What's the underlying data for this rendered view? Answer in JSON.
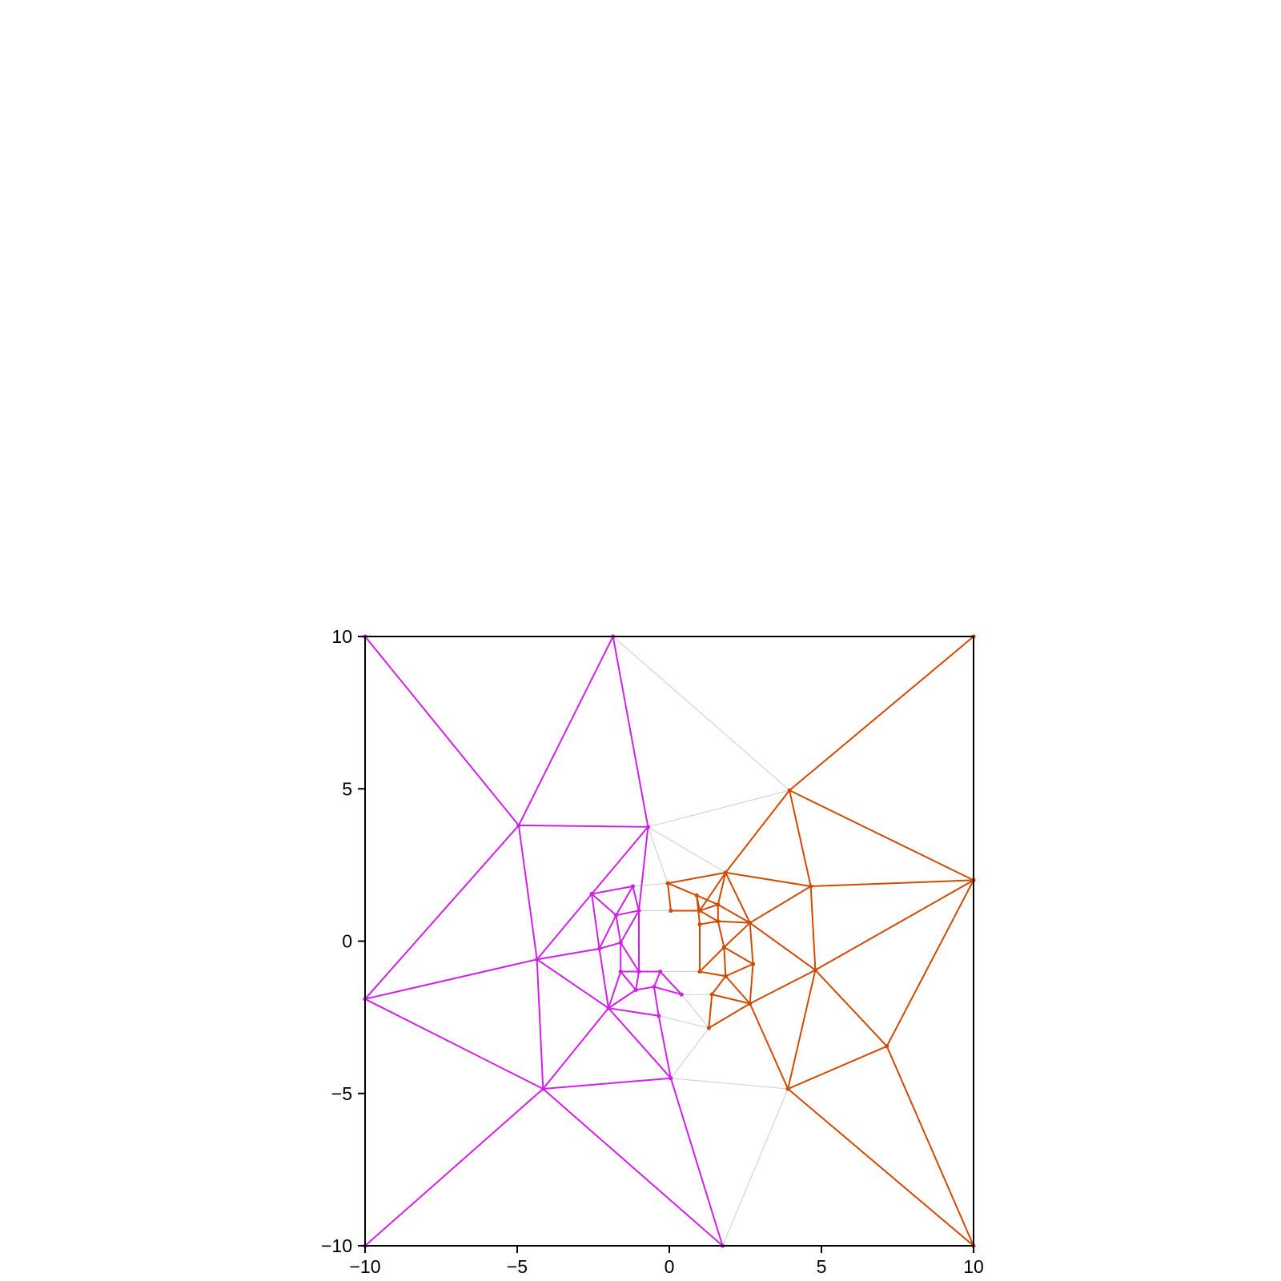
{
  "chart_data": {
    "type": "graph",
    "xlim": [
      -10,
      10
    ],
    "ylim": [
      -10,
      10
    ],
    "x_ticks": [
      -10,
      -5,
      0,
      5,
      10
    ],
    "y_ticks": [
      -10,
      -5,
      0,
      5,
      10
    ],
    "x_tick_labels": [
      "−10",
      "−5",
      "0",
      "5",
      "10"
    ],
    "y_tick_labels": [
      "−10",
      "−5",
      "0",
      "5",
      "10"
    ],
    "grid": false,
    "colors": {
      "purple": "#d020e8",
      "orange": "#d04a00",
      "gray": "#cccccc",
      "axis": "#000000"
    },
    "nodes": {
      "TL": [
        -10,
        10
      ],
      "TR": [
        10,
        10
      ],
      "BL": [
        -10,
        -10
      ],
      "BR": [
        10,
        -10
      ],
      "P1": [
        -1.85,
        10
      ],
      "P2": [
        -4.95,
        3.8
      ],
      "P3": [
        -0.7,
        3.75
      ],
      "P4": [
        -2.55,
        1.55
      ],
      "P5": [
        -1.2,
        1.8
      ],
      "P6": [
        -1.75,
        0.85
      ],
      "P7": [
        -1.0,
        1.0
      ],
      "P8": [
        -2.3,
        -0.25
      ],
      "P9": [
        -1.6,
        -0.05
      ],
      "P10": [
        -4.35,
        -0.6
      ],
      "P11": [
        -10,
        -1.9
      ],
      "P12": [
        -1.6,
        -1.0
      ],
      "P13": [
        -1.0,
        -1.0
      ],
      "P14": [
        -0.3,
        -1.0
      ],
      "P15": [
        -1.1,
        -1.6
      ],
      "P16": [
        -0.5,
        -1.5
      ],
      "P17": [
        0.4,
        -1.75
      ],
      "P18": [
        -2.0,
        -2.2
      ],
      "P19": [
        -0.35,
        -2.45
      ],
      "P20": [
        -4.15,
        -4.85
      ],
      "P21": [
        0.05,
        -4.5
      ],
      "P22": [
        1.75,
        -10
      ],
      "O1": [
        3.95,
        4.95
      ],
      "O2": [
        1.85,
        2.25
      ],
      "O3": [
        -0.05,
        1.9
      ],
      "O4": [
        0.05,
        1.0
      ],
      "O5": [
        0.9,
        1.5
      ],
      "O6": [
        1.0,
        1.0
      ],
      "O7": [
        1.6,
        1.2
      ],
      "O8": [
        1.0,
        0.55
      ],
      "O9": [
        1.6,
        0.65
      ],
      "O10": [
        2.65,
        0.6
      ],
      "O11": [
        4.65,
        1.8
      ],
      "O12": [
        10,
        2.0
      ],
      "O13": [
        1.8,
        -0.2
      ],
      "O14": [
        2.75,
        -0.75
      ],
      "O15": [
        4.8,
        -0.95
      ],
      "O16": [
        1.0,
        -1.0
      ],
      "O17": [
        1.85,
        -1.15
      ],
      "O18": [
        1.4,
        -1.75
      ],
      "O19": [
        2.65,
        -2.05
      ],
      "O20": [
        1.3,
        -2.85
      ],
      "O21": [
        7.15,
        -3.45
      ],
      "O22": [
        3.9,
        -4.85
      ]
    },
    "edges_purple": [
      [
        "TL",
        "P2"
      ],
      [
        "TL",
        "P11"
      ],
      [
        "P1",
        "P2"
      ],
      [
        "P1",
        "P3"
      ],
      [
        "P2",
        "P3"
      ],
      [
        "P2",
        "P10"
      ],
      [
        "P2",
        "P11"
      ],
      [
        "P3",
        "P4"
      ],
      [
        "P3",
        "P7"
      ],
      [
        "P4",
        "P5"
      ],
      [
        "P4",
        "P6"
      ],
      [
        "P4",
        "P8"
      ],
      [
        "P4",
        "P10"
      ],
      [
        "P5",
        "P6"
      ],
      [
        "P5",
        "P7"
      ],
      [
        "P6",
        "P7"
      ],
      [
        "P6",
        "P8"
      ],
      [
        "P6",
        "P9"
      ],
      [
        "P7",
        "P9"
      ],
      [
        "P7",
        "P13"
      ],
      [
        "P8",
        "P9"
      ],
      [
        "P8",
        "P10"
      ],
      [
        "P8",
        "P18"
      ],
      [
        "P9",
        "P12"
      ],
      [
        "P9",
        "P13"
      ],
      [
        "P10",
        "P11"
      ],
      [
        "P10",
        "P18"
      ],
      [
        "P10",
        "P20"
      ],
      [
        "P11",
        "P20"
      ],
      [
        "P12",
        "P13"
      ],
      [
        "P12",
        "P15"
      ],
      [
        "P12",
        "P18"
      ],
      [
        "P13",
        "P14"
      ],
      [
        "P13",
        "P15"
      ],
      [
        "P14",
        "P16"
      ],
      [
        "P14",
        "P17"
      ],
      [
        "P15",
        "P16"
      ],
      [
        "P15",
        "P18"
      ],
      [
        "P16",
        "P17"
      ],
      [
        "P16",
        "P19"
      ],
      [
        "P18",
        "P19"
      ],
      [
        "P18",
        "P20"
      ],
      [
        "P18",
        "P21"
      ],
      [
        "P19",
        "P21"
      ],
      [
        "P20",
        "P21"
      ],
      [
        "P20",
        "BL"
      ],
      [
        "P20",
        "P22"
      ],
      [
        "P21",
        "P22"
      ]
    ],
    "edges_orange": [
      [
        "TR",
        "O1"
      ],
      [
        "TR",
        "O12"
      ],
      [
        "O1",
        "O2"
      ],
      [
        "O1",
        "O11"
      ],
      [
        "O1",
        "O12"
      ],
      [
        "O2",
        "O3"
      ],
      [
        "O2",
        "O6"
      ],
      [
        "O2",
        "O7"
      ],
      [
        "O2",
        "O10"
      ],
      [
        "O2",
        "O11"
      ],
      [
        "O3",
        "O4"
      ],
      [
        "O3",
        "O5"
      ],
      [
        "O4",
        "O6"
      ],
      [
        "O5",
        "O6"
      ],
      [
        "O5",
        "O7"
      ],
      [
        "O5",
        "O8"
      ],
      [
        "O6",
        "O7"
      ],
      [
        "O6",
        "O9"
      ],
      [
        "O7",
        "O9"
      ],
      [
        "O7",
        "O10"
      ],
      [
        "O8",
        "O9"
      ],
      [
        "O8",
        "O16"
      ],
      [
        "O9",
        "O10"
      ],
      [
        "O9",
        "O13"
      ],
      [
        "O10",
        "O11"
      ],
      [
        "O10",
        "O13"
      ],
      [
        "O10",
        "O14"
      ],
      [
        "O10",
        "O15"
      ],
      [
        "O11",
        "O12"
      ],
      [
        "O11",
        "O15"
      ],
      [
        "O12",
        "O15"
      ],
      [
        "O12",
        "O21"
      ],
      [
        "O13",
        "O16"
      ],
      [
        "O13",
        "O14"
      ],
      [
        "O13",
        "O17"
      ],
      [
        "O14",
        "O17"
      ],
      [
        "O14",
        "O19"
      ],
      [
        "O15",
        "O19"
      ],
      [
        "O15",
        "O21"
      ],
      [
        "O15",
        "O22"
      ],
      [
        "O16",
        "O17"
      ],
      [
        "O17",
        "O18"
      ],
      [
        "O17",
        "O19"
      ],
      [
        "O18",
        "O19"
      ],
      [
        "O18",
        "O20"
      ],
      [
        "O19",
        "O20"
      ],
      [
        "O19",
        "O22"
      ],
      [
        "O21",
        "O22"
      ],
      [
        "O21",
        "BR"
      ],
      [
        "O22",
        "BR"
      ]
    ],
    "edges_gray": [
      [
        "P1",
        "O1"
      ],
      [
        "P3",
        "O1"
      ],
      [
        "P3",
        "O2"
      ],
      [
        "P3",
        "O3"
      ],
      [
        "P5",
        "O3"
      ],
      [
        "P7",
        "O4"
      ],
      [
        "P14",
        "O16"
      ],
      [
        "P17",
        "O18"
      ],
      [
        "P17",
        "O20"
      ],
      [
        "P19",
        "O20"
      ],
      [
        "P21",
        "O20"
      ],
      [
        "P21",
        "O22"
      ],
      [
        "P22",
        "O22"
      ]
    ]
  }
}
